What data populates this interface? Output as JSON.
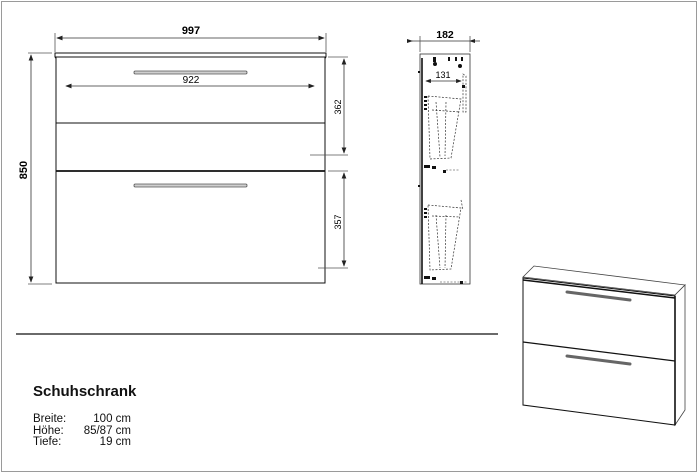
{
  "product": {
    "title": "Schuhschrank",
    "specs": [
      {
        "label": "Breite:",
        "value": "100 cm"
      },
      {
        "label": "Höhe:",
        "value": "85/87 cm"
      },
      {
        "label": "Tiefe:",
        "value": "19 cm"
      }
    ]
  },
  "front_view": {
    "width_dim": "997",
    "height_dim": "850",
    "handle_span_dim": "922",
    "upper_flap_dim": "362",
    "lower_flap_dim": "357"
  },
  "side_view": {
    "depth_dim": "182",
    "inner_dim": "131"
  },
  "colors": {
    "line": "#111111",
    "dim_line": "#444444",
    "handle": "#888888",
    "frame": "#9a9a9a"
  }
}
